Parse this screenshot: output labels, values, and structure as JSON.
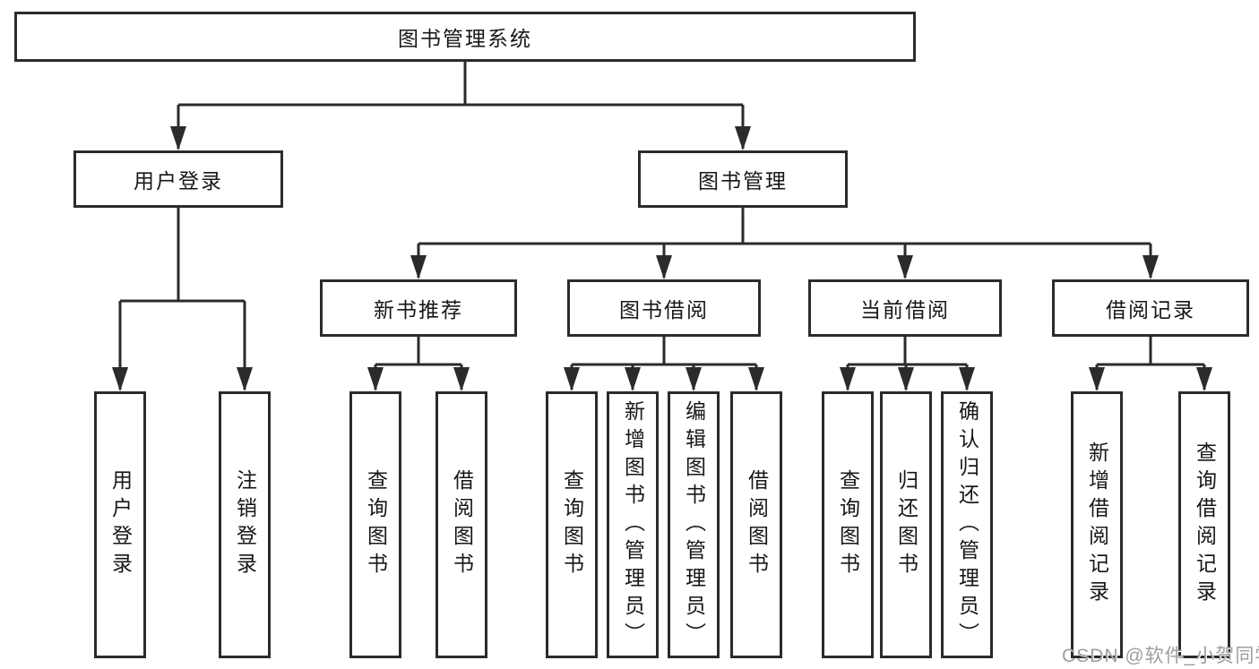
{
  "tree": {
    "root": {
      "label": "图书管理系统"
    },
    "branches": [
      {
        "label": "用户登录",
        "children": [
          {
            "label": "用户登录"
          },
          {
            "label": "注销登录"
          }
        ]
      },
      {
        "label": "图书管理",
        "children": [
          {
            "label": "新书推荐",
            "children": [
              {
                "label": "查询图书"
              },
              {
                "label": "借阅图书"
              }
            ]
          },
          {
            "label": "图书借阅",
            "children": [
              {
                "label": "查询图书"
              },
              {
                "label": "新增图书（管理员）"
              },
              {
                "label": "编辑图书（管理员）"
              },
              {
                "label": "借阅图书"
              }
            ]
          },
          {
            "label": "当前借阅",
            "children": [
              {
                "label": "查询图书"
              },
              {
                "label": "归还图书"
              },
              {
                "label": "确认归还（管理员）"
              }
            ]
          },
          {
            "label": "借阅记录",
            "children": [
              {
                "label": "新增借阅记录"
              },
              {
                "label": "查询借阅记录"
              }
            ]
          }
        ]
      }
    ]
  },
  "watermark": {
    "text": "CSDN @软件_小贺同学"
  },
  "colors": {
    "line": "#2b2b2b",
    "text": "#17171a",
    "background": "#ffffff",
    "watermark": "#9e9e9e"
  }
}
